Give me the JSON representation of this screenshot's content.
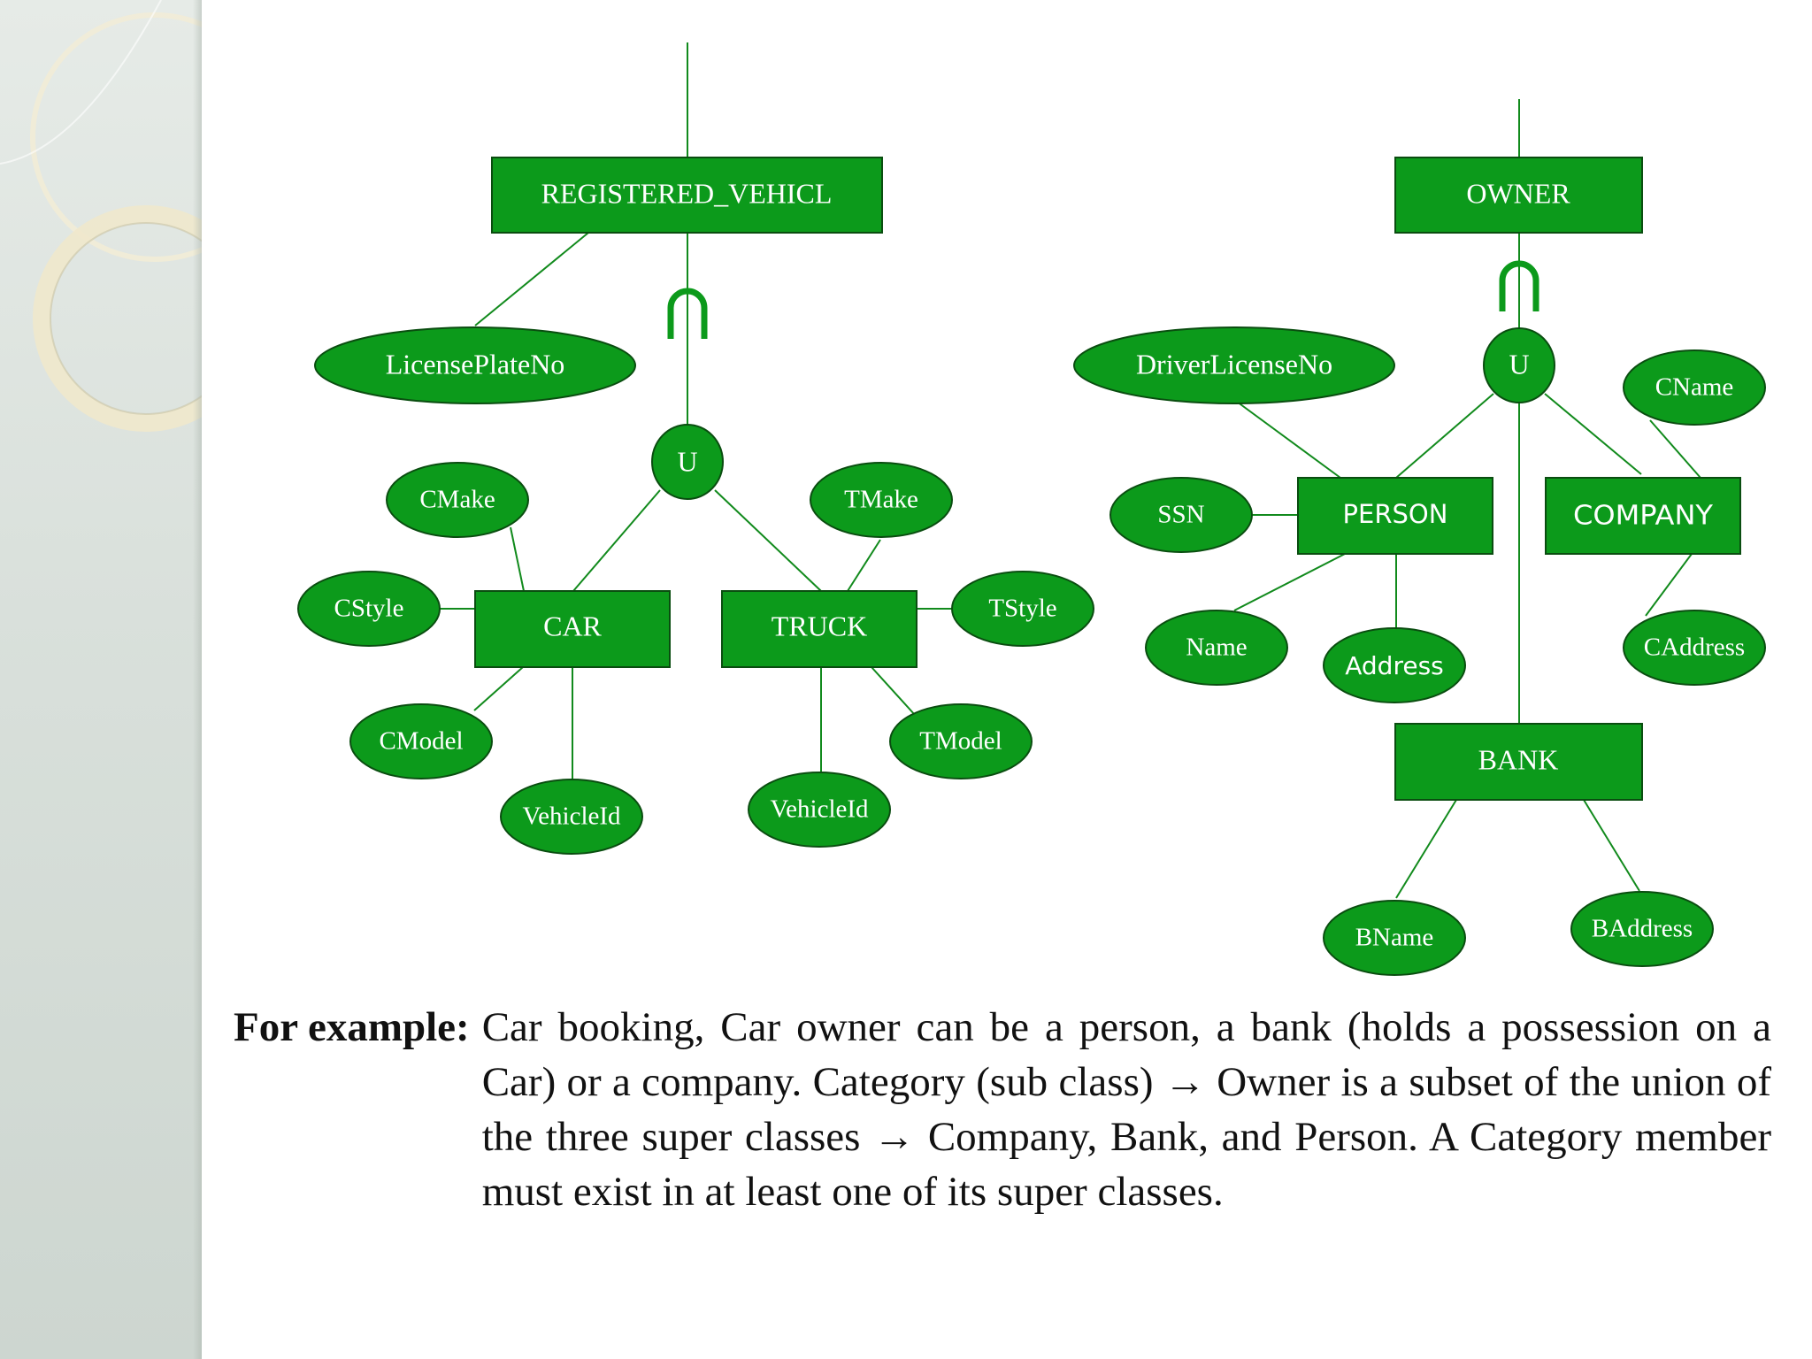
{
  "colors": {
    "entity_fill": "#0c9a1b",
    "attribute_fill": "#0c9a1b",
    "stroke": "#0a4d10",
    "line": "#118a1c"
  },
  "entities": {
    "registered_vehicle": "REGISTERED_VEHICL",
    "car": "CAR",
    "truck": "TRUCK",
    "owner": "OWNER",
    "person": "PERSON",
    "company": "COMPANY",
    "bank": "BANK"
  },
  "attributes": {
    "license_plate_no": "LicensePlateNo",
    "cmake": "CMake",
    "cstyle": "CStyle",
    "cmodel": "CModel",
    "car_vehicle_id": "VehicleId",
    "tmake": "TMake",
    "tstyle": "TStyle",
    "tmodel": "TModel",
    "truck_vehicle_id": "VehicleId",
    "driver_license_no": "DriverLicenseNo",
    "ssn": "SSN",
    "name": "Name",
    "address": "Address",
    "cname": "CName",
    "caddress": "CAddress",
    "bname": "BName",
    "baddress": "BAddress"
  },
  "union_symbols": {
    "vehicle": "U",
    "owner": "U"
  },
  "subset_symbols": {
    "vehicle": "∩",
    "owner": "∩"
  },
  "caption": {
    "label": "For example:",
    "text": "Car booking, Car owner can be a person, a bank (holds a possession on a Car) or a company. Category (sub class) → Owner is a subset of the union of the three super classes → Company, Bank, and Person. A Category member must exist in at least one of its super classes."
  }
}
